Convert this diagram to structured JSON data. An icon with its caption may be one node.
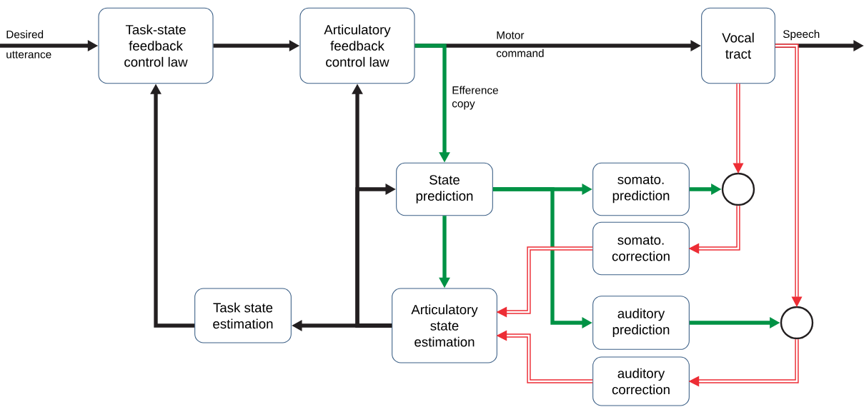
{
  "diagram": {
    "nodes": [
      {
        "text": [
          "Task-state feedback control law"
        ]
      },
      {
        "text": [
          "Articulatory feedback control law"
        ]
      },
      {
        "text": [
          "Vocal tract"
        ]
      },
      {
        "text": [
          "State prediction"
        ]
      },
      {
        "text": [
          "somato. prediction"
        ]
      },
      {
        "text": [],
        "shape": "circle"
      },
      {
        "text": [
          "somato. correction"
        ]
      },
      {
        "text": [
          "Task state estimation"
        ]
      },
      {
        "text": [
          "Articulatory state estimation"
        ]
      },
      {
        "text": [
          "auditory prediction"
        ]
      },
      {
        "text": [],
        "shape": "circle"
      },
      {
        "text": [
          "auditory correction"
        ]
      }
    ],
    "edges": [
      {
        "from": null,
        "to": 0,
        "arrow": "to",
        "label": "Desired utterance"
      },
      {
        "from": 0,
        "to": 1,
        "arrow": "to"
      },
      {
        "from": 1,
        "to": 2,
        "arrow": "to",
        "label": "Motor command"
      },
      {
        "from": 2,
        "to": null,
        "arrow": "to",
        "label": "Speech"
      },
      {
        "from": 1,
        "to": 3,
        "arrow": "to",
        "label": "Efference copy",
        "color": "#009245"
      },
      {
        "from": 3,
        "to": 4,
        "arrow": "to",
        "color": "#009245"
      },
      {
        "from": 3,
        "to": 9,
        "arrow": "to",
        "color": "#009245"
      },
      {
        "from": 4,
        "to": 5,
        "arrow": "to",
        "color": "#009245"
      },
      {
        "from": 9,
        "to": 10,
        "arrow": "to",
        "color": "#009245"
      },
      {
        "from": 2,
        "to": 5,
        "arrow": "to",
        "color": "#ed2d35"
      },
      {
        "from": 2,
        "to": 10,
        "arrow": "to",
        "color": "#ed2d35"
      },
      {
        "from": 5,
        "to": 6,
        "arrow": "to",
        "color": "#ed2d35"
      },
      {
        "from": 10,
        "to": 11,
        "arrow": "to",
        "color": "#ed2d35"
      },
      {
        "from": 6,
        "to": 8,
        "arrow": "to",
        "color": "#ed2d35"
      },
      {
        "from": 11,
        "to": 8,
        "arrow": "to",
        "color": "#ed2d35"
      },
      {
        "from": 3,
        "to": 8,
        "arrow": "to",
        "color": "#009245"
      },
      {
        "from": 8,
        "to": 7,
        "arrow": "to"
      },
      {
        "from": 7,
        "to": 0,
        "arrow": "to"
      },
      {
        "from": 8,
        "to": 1,
        "arrow": "to"
      },
      {
        "from": 8,
        "to": 3,
        "arrow": "to"
      }
    ]
  }
}
